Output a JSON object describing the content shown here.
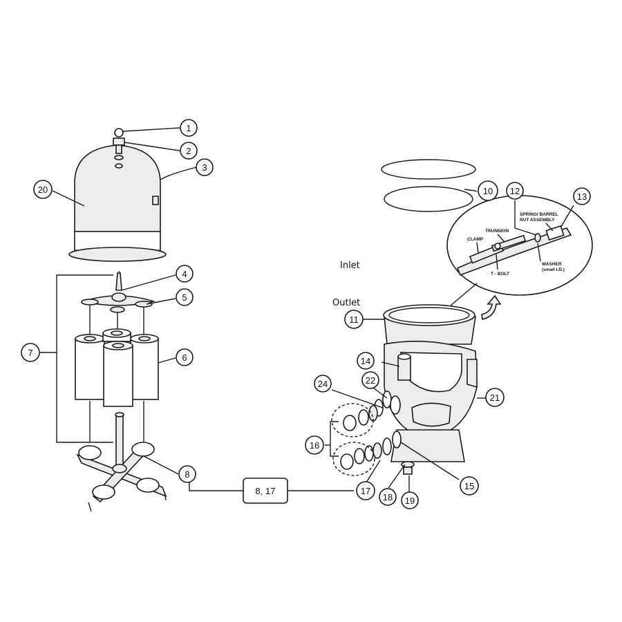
{
  "labels": {
    "inlet": "Inlet",
    "outlet": "Outlet",
    "combo": "8, 17"
  },
  "callouts": [
    "1",
    "2",
    "3",
    "4",
    "5",
    "6",
    "7",
    "8",
    "10",
    "11",
    "12",
    "13",
    "14",
    "15",
    "16",
    "17",
    "18",
    "19",
    "20",
    "21",
    "22",
    "24"
  ],
  "detail": {
    "clamp": "CLAMP",
    "trunnion": "TRUNNION",
    "spring_line1": "SPRING/ BARREL",
    "spring_line2": "NUT ASSEMBLY",
    "washer_line1": "WASHER",
    "washer_line2": "(small I.D.)",
    "tbolt": "T - BOLT"
  }
}
